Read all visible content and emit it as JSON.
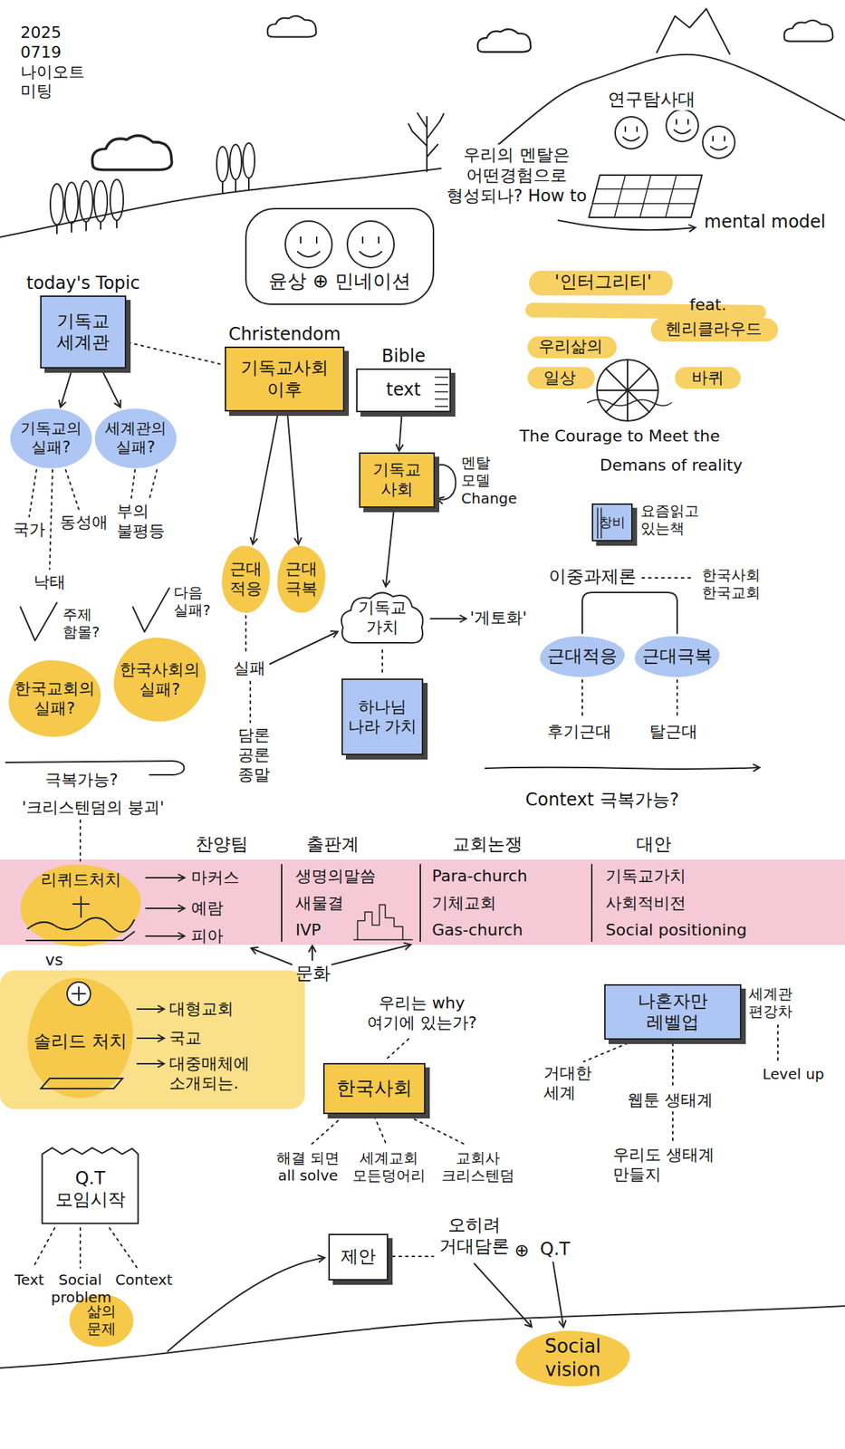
{
  "diagram": {
    "title": "2025 0719 나이오트 미팅",
    "nodes": [
      {
        "text": [
          "today's Topic",
          "기독교 세계관"
        ]
      },
      {
        "text": [
          "윤상 ⊕ 민네이션"
        ]
      },
      {
        "text": [
          "Christendom",
          "기독교사회 이후"
        ]
      },
      {
        "text": [
          "Bible",
          "text"
        ]
      },
      {
        "text": [
          "기독교의 실패?"
        ]
      },
      {
        "text": [
          "세계관의 실패?"
        ]
      },
      {
        "text": [
          "근대 적응"
        ]
      },
      {
        "text": [
          "근대 극복"
        ]
      },
      {
        "text": [
          "기독교 사회"
        ]
      },
      {
        "text": [
          "기독교 가치"
        ]
      },
      {
        "text": [
          "한국교회의 실패?"
        ]
      },
      {
        "text": [
          "한국사회의 실패?"
        ]
      },
      {
        "text": [
          "하나님 나라 가치"
        ]
      },
      {
        "text": [
          "창비"
        ]
      },
      {
        "text": [
          "근대적응"
        ]
      },
      {
        "text": [
          "근대극복"
        ]
      },
      {
        "text": [
          "리퀴드처치"
        ]
      },
      {
        "text": [
          "솔리드 처치"
        ]
      },
      {
        "text": [
          "나혼자만 레벨업"
        ]
      },
      {
        "text": [
          "한국사회"
        ]
      },
      {
        "text": [
          "Q.T 모임시작"
        ]
      },
      {
        "text": [
          "제안"
        ]
      },
      {
        "text": [
          "Social vision"
        ]
      }
    ],
    "edges": [
      {
        "from": 0,
        "to": 4,
        "arrow": "to"
      },
      {
        "from": 0,
        "to": 5,
        "arrow": "to"
      },
      {
        "from": 0,
        "to": 2,
        "arrow": "none"
      },
      {
        "from": 2,
        "to": 6,
        "arrow": "to"
      },
      {
        "from": 2,
        "to": 7,
        "arrow": "to"
      },
      {
        "from": 3,
        "to": 8,
        "arrow": "to"
      },
      {
        "from": 8,
        "to": 9,
        "arrow": "to"
      },
      {
        "from": 9,
        "to": 12,
        "arrow": "none"
      }
    ],
    "labels": [
      "연구탐사대",
      "우리의 멘탈은 어떤경험으로 형성되나? How to",
      "mental model",
      "'인터그리티'",
      "feat.",
      "헨리클라우드",
      "우리삶의",
      "일상",
      "바퀴",
      "The Courage to Meet the",
      "Demans of reality",
      "국가",
      "동성애",
      "낙태",
      "부의 불평등",
      "주제 함몰?",
      "다음 실패?",
      "멘탈 모델 Change",
      "실패",
      "담론 공론 종말",
      "'게토화'",
      "요즘읽고 있는책",
      "이중과제론",
      "한국사회 한국교회",
      "후기근대",
      "탈근대",
      "Context 극복가능?",
      "극복가능?",
      "'크리스텐덤의 붕괴'",
      "찬양팀",
      "출판계",
      "교회논쟁",
      "대안",
      "마커스",
      "예람",
      "피아",
      "생명의말씀",
      "새물결",
      "IVP",
      "Para-church",
      "기체교회",
      "Gas-church",
      "기독교가치",
      "사회적비전",
      "Social positioning",
      "vs",
      "대형교회",
      "국교",
      "대중매체에 소개되는.",
      "문화",
      "우리는 why 여기에 있는가?",
      "세계관 편강차",
      "Level up",
      "거대한 세계",
      "웹툰 생태계",
      "우리도 생태계 만들지",
      "해결 되면 all solve",
      "세계교회 모든덩어리",
      "교회사 크리스텐덤",
      "Text",
      "Social problem",
      "Context",
      "삶의 문제",
      "오히려 거대담론",
      "⊕",
      "Q.T"
    ]
  }
}
